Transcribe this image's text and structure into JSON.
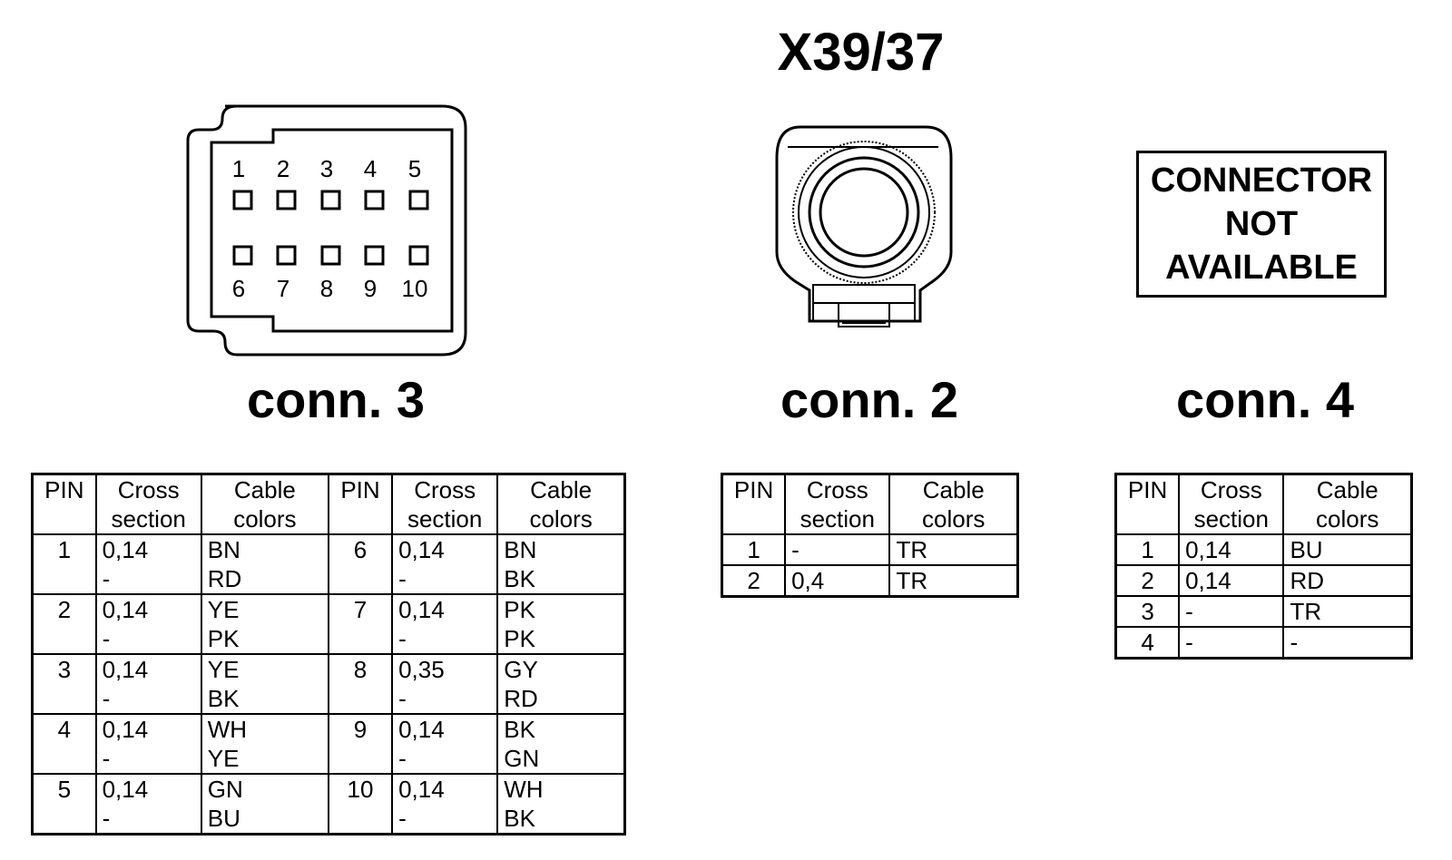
{
  "title": "X39/37",
  "connector_not_available": [
    "CONNECTOR",
    "NOT",
    "AVAILABLE"
  ],
  "conn3": {
    "label": "conn. 3",
    "top_pins": [
      "1",
      "2",
      "3",
      "4",
      "5"
    ],
    "bottom_pins": [
      "6",
      "7",
      "8",
      "9",
      "10"
    ],
    "headers": {
      "pin": "PIN",
      "cross1": "Cross",
      "cross2": "section",
      "cable1": "Cable",
      "cable2": "colors"
    },
    "rows": [
      {
        "pin_a": "1",
        "cs_a": [
          "0,14",
          "-"
        ],
        "col_a": [
          "BN",
          "RD"
        ],
        "pin_b": "6",
        "cs_b": [
          "0,14",
          "-"
        ],
        "col_b": [
          "BN",
          "BK"
        ]
      },
      {
        "pin_a": "2",
        "cs_a": [
          "0,14",
          "-"
        ],
        "col_a": [
          "YE",
          "PK"
        ],
        "pin_b": "7",
        "cs_b": [
          "0,14",
          "-"
        ],
        "col_b": [
          "PK",
          "PK"
        ]
      },
      {
        "pin_a": "3",
        "cs_a": [
          "0,14",
          "-"
        ],
        "col_a": [
          "YE",
          "BK"
        ],
        "pin_b": "8",
        "cs_b": [
          "0,35",
          "-"
        ],
        "col_b": [
          "GY",
          "RD"
        ]
      },
      {
        "pin_a": "4",
        "cs_a": [
          "0,14",
          "-"
        ],
        "col_a": [
          "WH",
          "YE"
        ],
        "pin_b": "9",
        "cs_b": [
          "0,14",
          "-"
        ],
        "col_b": [
          "BK",
          "GN"
        ]
      },
      {
        "pin_a": "5",
        "cs_a": [
          "0,14",
          "-"
        ],
        "col_a": [
          "GN",
          "BU"
        ],
        "pin_b": "10",
        "cs_b": [
          "0,14",
          "-"
        ],
        "col_b": [
          "WH",
          "BK"
        ]
      }
    ]
  },
  "conn2": {
    "label": "conn. 2",
    "rows": [
      {
        "pin": "1",
        "cs": "-",
        "col": "TR"
      },
      {
        "pin": "2",
        "cs": "0,4",
        "col": "TR"
      }
    ]
  },
  "conn4": {
    "label": "conn. 4",
    "rows": [
      {
        "pin": "1",
        "cs": "0,14",
        "col": "BU"
      },
      {
        "pin": "2",
        "cs": "0,14",
        "col": "RD"
      },
      {
        "pin": "3",
        "cs": "-",
        "col": "TR"
      },
      {
        "pin": "4",
        "cs": "-",
        "col": "-"
      }
    ]
  }
}
